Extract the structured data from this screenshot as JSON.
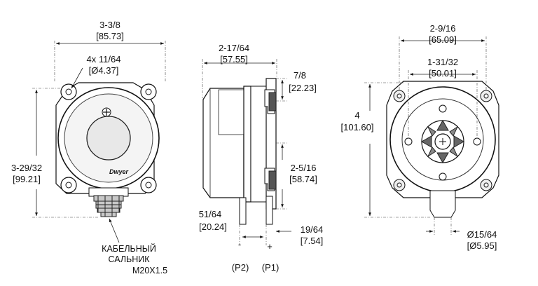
{
  "front_view": {
    "width_in": "3-3/8",
    "width_mm": "[85.73]",
    "holes_in": "4x 11/64",
    "holes_mm": "[Ø4.37]",
    "height_in": "3-29/32",
    "height_mm": "[99.21]",
    "brand": "Dwyer",
    "cable_gland_line1": "КАБЕЛЬНЫЙ",
    "cable_gland_line2": "САЛЬНИК",
    "cable_gland_line3": "M20X1.5"
  },
  "side_view": {
    "depth_in": "2-17/64",
    "depth_mm": "[57.55]",
    "port_offset_in": "7/8",
    "port_offset_mm": "[22.23]",
    "port_spacing_in": "2-5/16",
    "port_spacing_mm": "[58.74]",
    "port_left_in": "51/64",
    "port_left_mm": "[20.24]",
    "port_right_in": "19/64",
    "port_right_mm": "[7.54]",
    "minus": "-",
    "plus": "+",
    "p2": "(P2)",
    "p1": "(P1)"
  },
  "back_view": {
    "outer_spacing_in": "2-9/16",
    "outer_spacing_mm": "[65.09]",
    "inner_spacing_in": "1-31/32",
    "inner_spacing_mm": "[50.01]",
    "height_in": "4",
    "height_mm": "[101.60]",
    "port_dia_in": "Ø15/64",
    "port_dia_mm": "[Ø5.95]"
  }
}
